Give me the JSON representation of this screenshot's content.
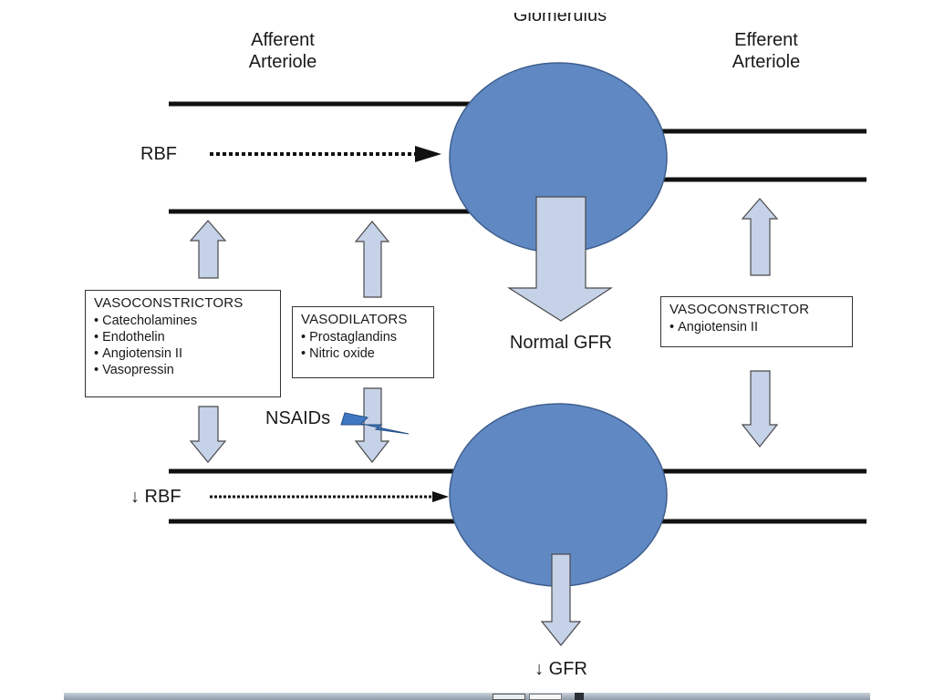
{
  "labels": {
    "glomerulus": "Glomerulus",
    "afferent": [
      "Afferent",
      "Arteriole"
    ],
    "efferent": [
      "Efferent",
      "Arteriole"
    ],
    "rbf_top": "RBF",
    "rbf_bottom": "↓ RBF",
    "normal_gfr": "Normal GFR",
    "low_gfr": "↓ GFR",
    "nsaids": "NSAIDs"
  },
  "boxes": {
    "vasoconstrictors": {
      "title": "VASOCONSTRICTORS",
      "items": [
        "Catecholamines",
        "Endothelin",
        "Angiotensin II",
        "Vasopressin"
      ]
    },
    "vasodilators": {
      "title": "VASODILATORS",
      "items": [
        "Prostaglandins",
        "Nitric oxide"
      ]
    },
    "vasoconstrictor_efferent": {
      "title": "VASOCONSTRICTOR",
      "items": [
        "Angiotensin II"
      ]
    }
  },
  "colors": {
    "glomerulus_fill": "#6089c4",
    "arrow_fill": "#c5d2e8",
    "arrow_stroke": "#4a4a4a",
    "vessel_line": "#111111",
    "lightning": "#3f78c2"
  }
}
